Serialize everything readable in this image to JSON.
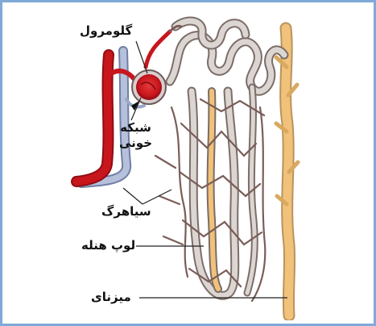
{
  "labels": {
    "glomerulus": "گلومرول",
    "capillary_network_line1": "شبکه",
    "capillary_network_line2": "خونی",
    "vein": "سیاهرگ",
    "loop_of_henle": "لوپ هنله",
    "ureter": "میزنای"
  },
  "colors": {
    "frame_border": "#7fa9d6",
    "artery": "#c8161d",
    "vein": "#9aa7c7",
    "tubule": "#9e8f8a",
    "collecting_duct": "#f0c27a",
    "label_text": "#111111"
  }
}
